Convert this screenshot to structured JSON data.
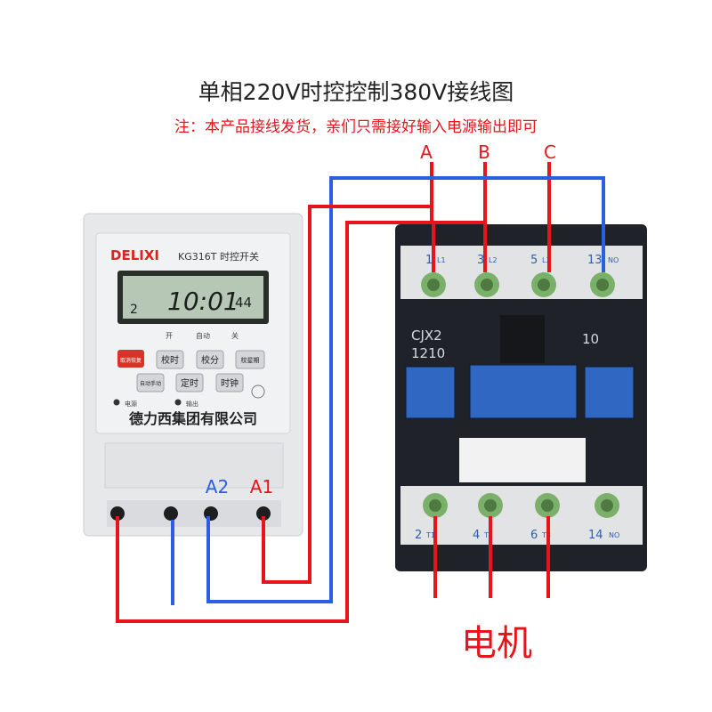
{
  "header": {
    "title": "单相220V时控控制380V接线图",
    "note": "注：本产品接线发货，亲们只需接好输入电源输出即可"
  },
  "phases": [
    "A",
    "B",
    "C"
  ],
  "timer": {
    "brand": "DELIXI",
    "model": "KG316T 时控开关",
    "display_left": "2",
    "display_time": "10:01",
    "display_sec": "44",
    "mode_labels": [
      "开",
      "自动",
      "关"
    ],
    "buttons": [
      "取消恢复",
      "校时",
      "校分",
      "校星期",
      "自动手动",
      "定时",
      "时钟"
    ],
    "indicators": [
      "电源",
      "输出"
    ],
    "company": "德力西集团有限公司",
    "terminals": [
      "A2",
      "A1"
    ]
  },
  "contactor": {
    "model": "CJX2",
    "spec": "1210",
    "aux": "10",
    "top_terminals": [
      {
        "num": "1",
        "sub": "L1"
      },
      {
        "num": "3",
        "sub": "L2"
      },
      {
        "num": "5",
        "sub": "L3"
      },
      {
        "num": "13",
        "sub": "NO"
      }
    ],
    "bottom_terminals": [
      {
        "num": "2",
        "sub": "T1"
      },
      {
        "num": "4",
        "sub": "T2"
      },
      {
        "num": "6",
        "sub": "T3"
      },
      {
        "num": "14",
        "sub": "NO"
      }
    ]
  },
  "motor_label": "电机",
  "colors": {
    "red": "#e8141b",
    "blue": "#2b5fe0",
    "body": "#1f2228",
    "timer_body": "#eceef0",
    "lcd": "#b6c8b5"
  }
}
